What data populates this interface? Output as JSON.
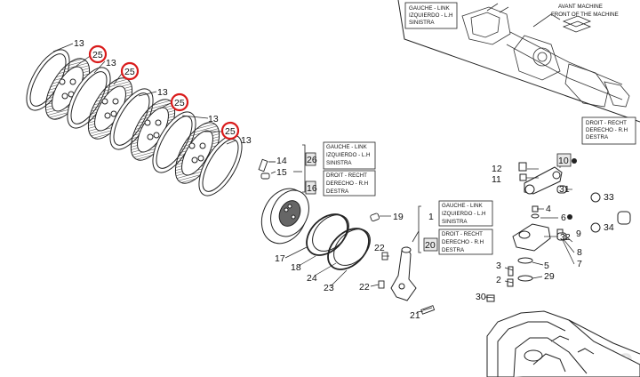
{
  "callouts": {
    "n13a": "13",
    "n13b": "13",
    "n13c": "13",
    "n13d": "13",
    "n13e": "13",
    "n25a": "25",
    "n25b": "25",
    "n25c": "25",
    "n25d": "25",
    "n14": "14",
    "n15": "15",
    "n26": "26",
    "n16": "16",
    "n19": "19",
    "n1": "1",
    "n20": "20",
    "n17": "17",
    "n18": "18",
    "n24": "24",
    "n23": "23",
    "n22a": "22",
    "n22b": "22",
    "n21": "21",
    "n12": "12",
    "n11": "11",
    "n10": "10",
    "n31": "31",
    "n4": "4",
    "n6": "6",
    "n32": "32",
    "n8": "8",
    "n7": "7",
    "n5": "5",
    "n29": "29",
    "n3": "3",
    "n2": "2",
    "n30": "30",
    "n9": "9",
    "n33": "33",
    "n34": "34"
  },
  "side_labels": {
    "left_a": [
      "GAUCHE - LINK",
      "IZQUIERDO - L.H",
      "SINISTRA"
    ],
    "right_a": [
      "DROIT - RECHT",
      "DERECHO - R.H",
      "DESTRA"
    ],
    "left_b": [
      "GAUCHE - LINK",
      "IZQUIERDO - L.H",
      "SINISTRA"
    ],
    "right_b": [
      "DROIT - RECHT",
      "DERECHO - R.H",
      "DESTRA"
    ],
    "inset_left": [
      "GAUCHE - LINK",
      "IZQUIERDO - L.H",
      "SINISTRA"
    ],
    "inset_right": [
      "DROIT - RECHT",
      "DERECHO - R.H",
      "DESTRA"
    ],
    "inset_front": [
      "AVANT MACHINE",
      "FRONT OF THE MACHINE"
    ]
  },
  "watermark": "Avito",
  "colors": {
    "highlight": "#d91a1a",
    "line": "#222222",
    "box_fill": "#e8e8e8"
  }
}
